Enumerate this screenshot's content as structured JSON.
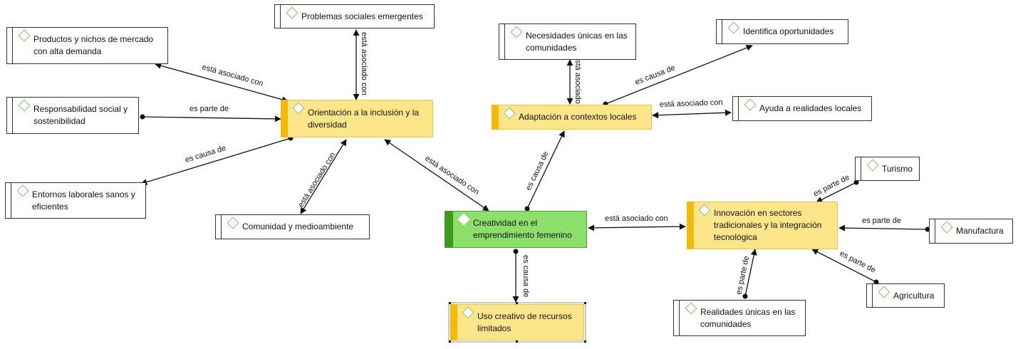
{
  "nodes": {
    "problemas": "Problemas sociales emergentes",
    "productos": "Productos y nichos de mercado con alta demanda",
    "responsabilidad": "Responsabilidad social y sostenibilidad",
    "orientacion": "Orientación a la inclusión y la diversidad",
    "entornos": "Entornos laborales sanos y eficientes",
    "comunidad": "Comunidad y medioambiente",
    "creatividad": "Creatividad en el emprendimiento femenino",
    "uso": "Uso creativo de recursos limitados",
    "necesidades": "Necesidades únicas en las comunidades",
    "identifica": "Identifica oportunidades",
    "adaptacion": "Adaptación a contextos locales",
    "ayuda": "Ayuda a realidades locales",
    "innovacion": "Innovación en sectores tradicionales y la integración tecnológica",
    "turismo": "Turismo",
    "manufactura": "Manufactura",
    "agricultura": "Agricultura",
    "realidades": "Realidades únicas en las comunidades"
  },
  "edges": {
    "productos_orientacion": "está asociado con",
    "problemas_orientacion": "está asociado con",
    "responsabilidad_orientacion": "es parte de",
    "orientacion_entornos": "es causa de",
    "orientacion_comunidad": "está asociado con",
    "orientacion_creatividad": "está asociado con",
    "creatividad_adaptacion": "es causa de",
    "necesidades_adaptacion": "está asociado con",
    "adaptacion_identifica": "es causa de",
    "adaptacion_ayuda": "está asociado con",
    "creatividad_innovacion": "está asociado con",
    "creatividad_uso": "es causa de",
    "turismo_innovacion": "es parte de",
    "manufactura_innovacion": "es parte de",
    "agricultura_innovacion": "es parte de",
    "realidades_innovacion": "es parte de"
  },
  "colors": {
    "concept_yellow": "#fde68a",
    "concept_yellow_bar": "#f5b90a",
    "central_green": "#8ddf6b",
    "central_green_bar": "#3d9a1e",
    "diamond_icon": "#7cc46a"
  },
  "icons": {
    "node_marker": "diamond-icon"
  }
}
